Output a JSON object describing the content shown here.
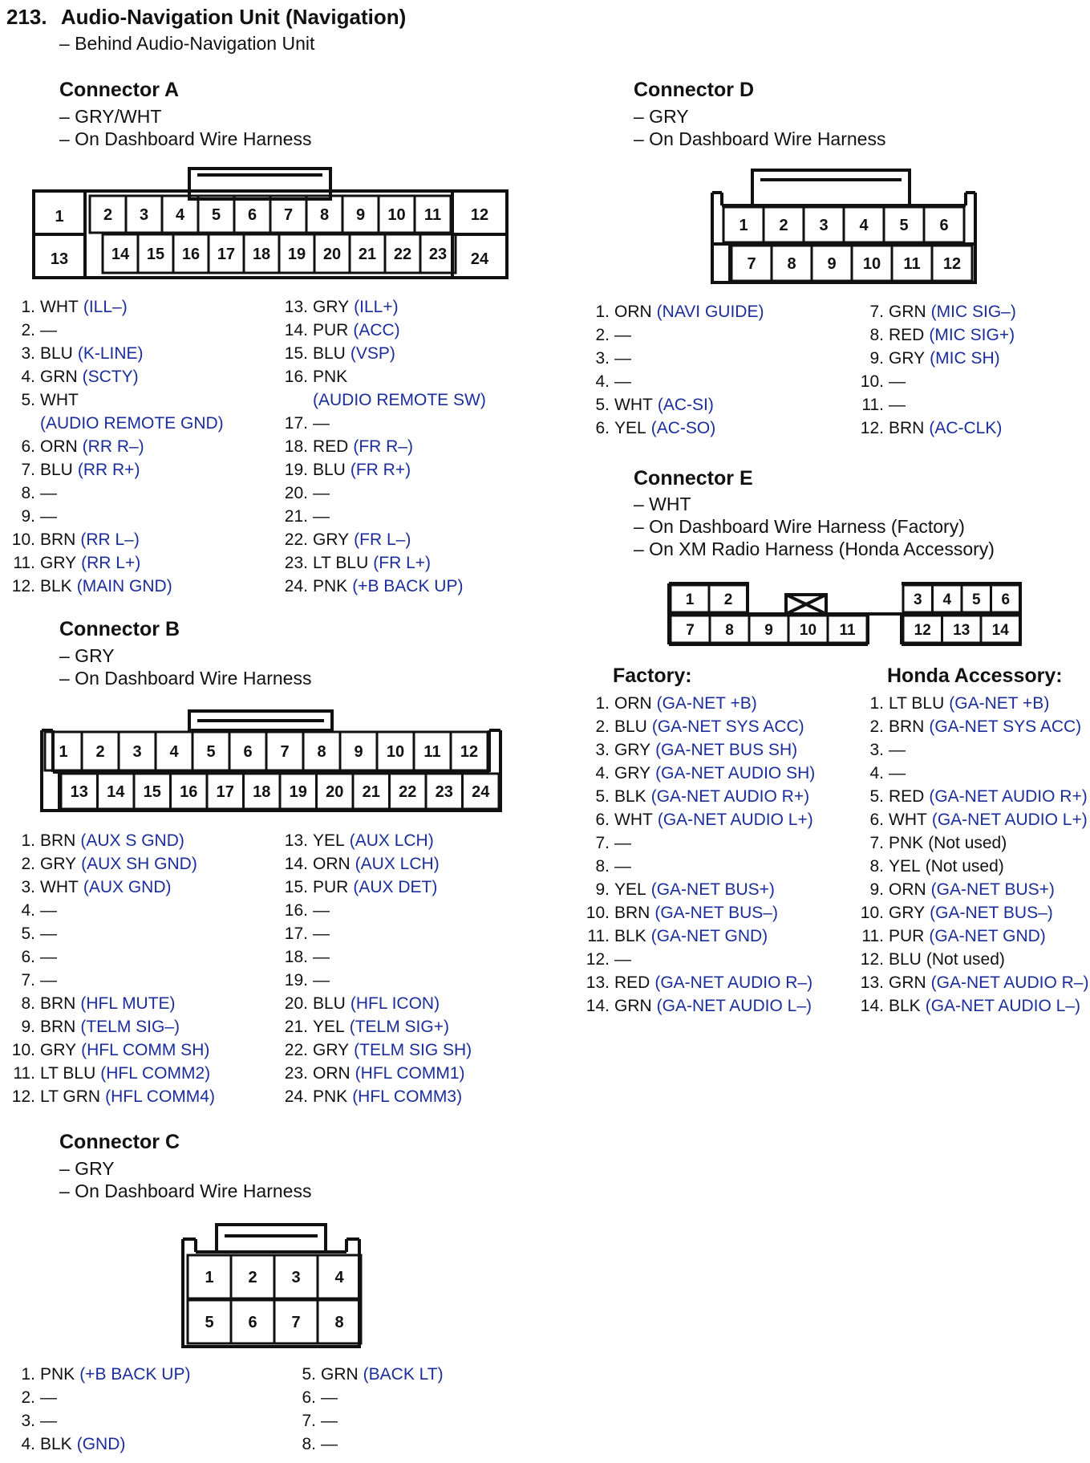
{
  "title": {
    "number": "213.",
    "text": "Audio-Navigation Unit (Navigation)",
    "location": "– Behind Audio-Navigation Unit"
  },
  "connectors": {
    "A": {
      "name": "Connector A",
      "lines": [
        "– GRY/WHT",
        "– On Dashboard Wire Harness"
      ],
      "pins_left": [
        {
          "n": "1.",
          "wire": "WHT",
          "signal": "(ILL–)"
        },
        {
          "n": "2.",
          "wire": "—",
          "signal": ""
        },
        {
          "n": "3.",
          "wire": "BLU",
          "signal": "(K-LINE)"
        },
        {
          "n": "4.",
          "wire": "GRN",
          "signal": "(SCTY)"
        },
        {
          "n": "5.",
          "wire": "WHT",
          "signal": "(AUDIO REMOTE GND)",
          "wrap": true
        },
        {
          "n": "6.",
          "wire": "ORN",
          "signal": "(RR R–)"
        },
        {
          "n": "7.",
          "wire": "BLU",
          "signal": "(RR R+)"
        },
        {
          "n": "8.",
          "wire": "—",
          "signal": ""
        },
        {
          "n": "9.",
          "wire": "—",
          "signal": ""
        },
        {
          "n": "10.",
          "wire": "BRN",
          "signal": "(RR L–)"
        },
        {
          "n": "11.",
          "wire": "GRY",
          "signal": "(RR L+)"
        },
        {
          "n": "12.",
          "wire": "BLK",
          "signal": "(MAIN GND)"
        }
      ],
      "pins_right": [
        {
          "n": "13.",
          "wire": "GRY",
          "signal": "(ILL+)"
        },
        {
          "n": "14.",
          "wire": "PUR",
          "signal": "(ACC)"
        },
        {
          "n": "15.",
          "wire": "BLU",
          "signal": "(VSP)"
        },
        {
          "n": "16.",
          "wire": "PNK",
          "signal": "(AUDIO REMOTE SW)",
          "wrap": true
        },
        {
          "n": "17.",
          "wire": "—",
          "signal": ""
        },
        {
          "n": "18.",
          "wire": "RED",
          "signal": "(FR R–)"
        },
        {
          "n": "19.",
          "wire": "BLU",
          "signal": "(FR R+)"
        },
        {
          "n": "20.",
          "wire": "—",
          "signal": ""
        },
        {
          "n": "21.",
          "wire": "—",
          "signal": ""
        },
        {
          "n": "22.",
          "wire": "GRY",
          "signal": "(FR L–)"
        },
        {
          "n": "23.",
          "wire": "LT BLU",
          "signal": "(FR L+)"
        },
        {
          "n": "24.",
          "wire": "PNK",
          "signal": "(+B BACK UP)"
        }
      ]
    },
    "B": {
      "name": "Connector B",
      "lines": [
        "– GRY",
        "– On Dashboard Wire Harness"
      ],
      "pins_left": [
        {
          "n": "1.",
          "wire": "BRN",
          "signal": "(AUX S GND)"
        },
        {
          "n": "2.",
          "wire": "GRY",
          "signal": "(AUX SH GND)"
        },
        {
          "n": "3.",
          "wire": "WHT",
          "signal": "(AUX GND)"
        },
        {
          "n": "4.",
          "wire": "—",
          "signal": ""
        },
        {
          "n": "5.",
          "wire": "—",
          "signal": ""
        },
        {
          "n": "6.",
          "wire": "—",
          "signal": ""
        },
        {
          "n": "7.",
          "wire": "—",
          "signal": ""
        },
        {
          "n": "8.",
          "wire": "BRN",
          "signal": "(HFL MUTE)"
        },
        {
          "n": "9.",
          "wire": "BRN",
          "signal": "(TELM SIG–)"
        },
        {
          "n": "10.",
          "wire": "GRY",
          "signal": "(HFL COMM SH)"
        },
        {
          "n": "11.",
          "wire": "LT BLU",
          "signal": "(HFL COMM2)"
        },
        {
          "n": "12.",
          "wire": "LT GRN",
          "signal": "(HFL COMM4)"
        }
      ],
      "pins_right": [
        {
          "n": "13.",
          "wire": "YEL",
          "signal": "(AUX LCH)"
        },
        {
          "n": "14.",
          "wire": "ORN",
          "signal": "(AUX LCH)"
        },
        {
          "n": "15.",
          "wire": "PUR",
          "signal": "(AUX DET)"
        },
        {
          "n": "16.",
          "wire": "—",
          "signal": ""
        },
        {
          "n": "17.",
          "wire": "—",
          "signal": ""
        },
        {
          "n": "18.",
          "wire": "—",
          "signal": ""
        },
        {
          "n": "19.",
          "wire": "—",
          "signal": ""
        },
        {
          "n": "20.",
          "wire": "BLU",
          "signal": "(HFL ICON)"
        },
        {
          "n": "21.",
          "wire": "YEL",
          "signal": "(TELM SIG+)"
        },
        {
          "n": "22.",
          "wire": "GRY",
          "signal": "(TELM SIG SH)"
        },
        {
          "n": "23.",
          "wire": "ORN",
          "signal": "(HFL COMM1)"
        },
        {
          "n": "24.",
          "wire": "PNK",
          "signal": "(HFL COMM3)"
        }
      ]
    },
    "C": {
      "name": "Connector C",
      "lines": [
        "– GRY",
        "– On Dashboard Wire Harness"
      ],
      "pins_left": [
        {
          "n": "1.",
          "wire": "PNK",
          "signal": "(+B BACK UP)"
        },
        {
          "n": "2.",
          "wire": "—",
          "signal": ""
        },
        {
          "n": "3.",
          "wire": "—",
          "signal": ""
        },
        {
          "n": "4.",
          "wire": "BLK",
          "signal": "(GND)"
        }
      ],
      "pins_right": [
        {
          "n": "5.",
          "wire": "GRN",
          "signal": "(BACK LT)"
        },
        {
          "n": "6.",
          "wire": "—",
          "signal": ""
        },
        {
          "n": "7.",
          "wire": "—",
          "signal": ""
        },
        {
          "n": "8.",
          "wire": "—",
          "signal": ""
        }
      ]
    },
    "D": {
      "name": "Connector D",
      "lines": [
        "– GRY",
        "– On Dashboard Wire Harness"
      ],
      "pins_left": [
        {
          "n": "1.",
          "wire": "ORN",
          "signal": "(NAVI GUIDE)"
        },
        {
          "n": "2.",
          "wire": "—",
          "signal": ""
        },
        {
          "n": "3.",
          "wire": "—",
          "signal": ""
        },
        {
          "n": "4.",
          "wire": "—",
          "signal": ""
        },
        {
          "n": "5.",
          "wire": "WHT",
          "signal": "(AC-SI)"
        },
        {
          "n": "6.",
          "wire": "YEL",
          "signal": "(AC-SO)"
        }
      ],
      "pins_right": [
        {
          "n": "7.",
          "wire": "GRN",
          "signal": "(MIC SIG–)"
        },
        {
          "n": "8.",
          "wire": "RED",
          "signal": "(MIC SIG+)"
        },
        {
          "n": "9.",
          "wire": "GRY",
          "signal": "(MIC SH)"
        },
        {
          "n": "10.",
          "wire": "—",
          "signal": ""
        },
        {
          "n": "11.",
          "wire": "—",
          "signal": ""
        },
        {
          "n": "12.",
          "wire": "BRN",
          "signal": "(AC-CLK)"
        }
      ]
    },
    "E": {
      "name": "Connector E",
      "lines": [
        "– WHT",
        "– On Dashboard Wire Harness (Factory)",
        "– On XM Radio Harness (Honda Accessory)"
      ],
      "factory_heading": "Factory:",
      "accessory_heading": "Honda Accessory:",
      "pins_left": [
        {
          "n": "1.",
          "wire": "ORN",
          "signal": "(GA-NET +B)"
        },
        {
          "n": "2.",
          "wire": "BLU",
          "signal": "(GA-NET SYS ACC)"
        },
        {
          "n": "3.",
          "wire": "GRY",
          "signal": "(GA-NET BUS SH)"
        },
        {
          "n": "4.",
          "wire": "GRY",
          "signal": "(GA-NET AUDIO SH)"
        },
        {
          "n": "5.",
          "wire": "BLK",
          "signal": "(GA-NET AUDIO R+)"
        },
        {
          "n": "6.",
          "wire": "WHT",
          "signal": "(GA-NET AUDIO L+)"
        },
        {
          "n": "7.",
          "wire": "—",
          "signal": ""
        },
        {
          "n": "8.",
          "wire": "—",
          "signal": ""
        },
        {
          "n": "9.",
          "wire": "YEL",
          "signal": "(GA-NET BUS+)"
        },
        {
          "n": "10.",
          "wire": "BRN",
          "signal": "(GA-NET BUS–)"
        },
        {
          "n": "11.",
          "wire": "BLK",
          "signal": "(GA-NET GND)"
        },
        {
          "n": "12.",
          "wire": "—",
          "signal": ""
        },
        {
          "n": "13.",
          "wire": "RED",
          "signal": "(GA-NET AUDIO R–)"
        },
        {
          "n": "14.",
          "wire": "GRN",
          "signal": "(GA-NET AUDIO L–)"
        }
      ],
      "pins_right": [
        {
          "n": "1.",
          "wire": "LT BLU",
          "signal": "(GA-NET +B)"
        },
        {
          "n": "2.",
          "wire": "BRN",
          "signal": "(GA-NET SYS ACC)"
        },
        {
          "n": "3.",
          "wire": "—",
          "signal": ""
        },
        {
          "n": "4.",
          "wire": "—",
          "signal": ""
        },
        {
          "n": "5.",
          "wire": "RED",
          "signal": "(GA-NET AUDIO R+)"
        },
        {
          "n": "6.",
          "wire": "WHT",
          "signal": "(GA-NET AUDIO L+)"
        },
        {
          "n": "7.",
          "wire": "PNK",
          "signal": "(Not used)",
          "plain": true
        },
        {
          "n": "8.",
          "wire": "YEL",
          "signal": "(Not used)",
          "plain": true
        },
        {
          "n": "9.",
          "wire": "ORN",
          "signal": "(GA-NET BUS+)"
        },
        {
          "n": "10.",
          "wire": "GRY",
          "signal": "(GA-NET BUS–)"
        },
        {
          "n": "11.",
          "wire": "PUR",
          "signal": "(GA-NET GND)"
        },
        {
          "n": "12.",
          "wire": "BLU",
          "signal": "(Not used)",
          "plain": true
        },
        {
          "n": "13.",
          "wire": "GRN",
          "signal": "(GA-NET AUDIO R–)"
        },
        {
          "n": "14.",
          "wire": "BLK",
          "signal": "(GA-NET AUDIO L–)"
        }
      ]
    }
  },
  "diagram_pins": {
    "A_top": [
      "1",
      "2",
      "3",
      "4",
      "5",
      "6",
      "7",
      "8",
      "9",
      "10",
      "11",
      "12"
    ],
    "A_bottom": [
      "13",
      "14",
      "15",
      "16",
      "17",
      "18",
      "19",
      "20",
      "21",
      "22",
      "23",
      "24"
    ],
    "B_top": [
      "1",
      "2",
      "3",
      "4",
      "5",
      "6",
      "7",
      "8",
      "9",
      "10",
      "11",
      "12"
    ],
    "B_bottom": [
      "13",
      "14",
      "15",
      "16",
      "17",
      "18",
      "19",
      "20",
      "21",
      "22",
      "23",
      "24"
    ],
    "C_top": [
      "1",
      "2",
      "3",
      "4"
    ],
    "C_bottom": [
      "5",
      "6",
      "7",
      "8"
    ],
    "D_top": [
      "1",
      "2",
      "3",
      "4",
      "5",
      "6"
    ],
    "D_bottom": [
      "7",
      "8",
      "9",
      "10",
      "11",
      "12"
    ],
    "E_top_left": [
      "1",
      "2"
    ],
    "E_top_right": [
      "3",
      "4",
      "5",
      "6"
    ],
    "E_bottom_left": [
      "7",
      "8",
      "9",
      "10",
      "11"
    ],
    "E_bottom_right": [
      "12",
      "13",
      "14"
    ]
  },
  "colors": {
    "signal": "#1a2d9b",
    "text": "#111111"
  }
}
